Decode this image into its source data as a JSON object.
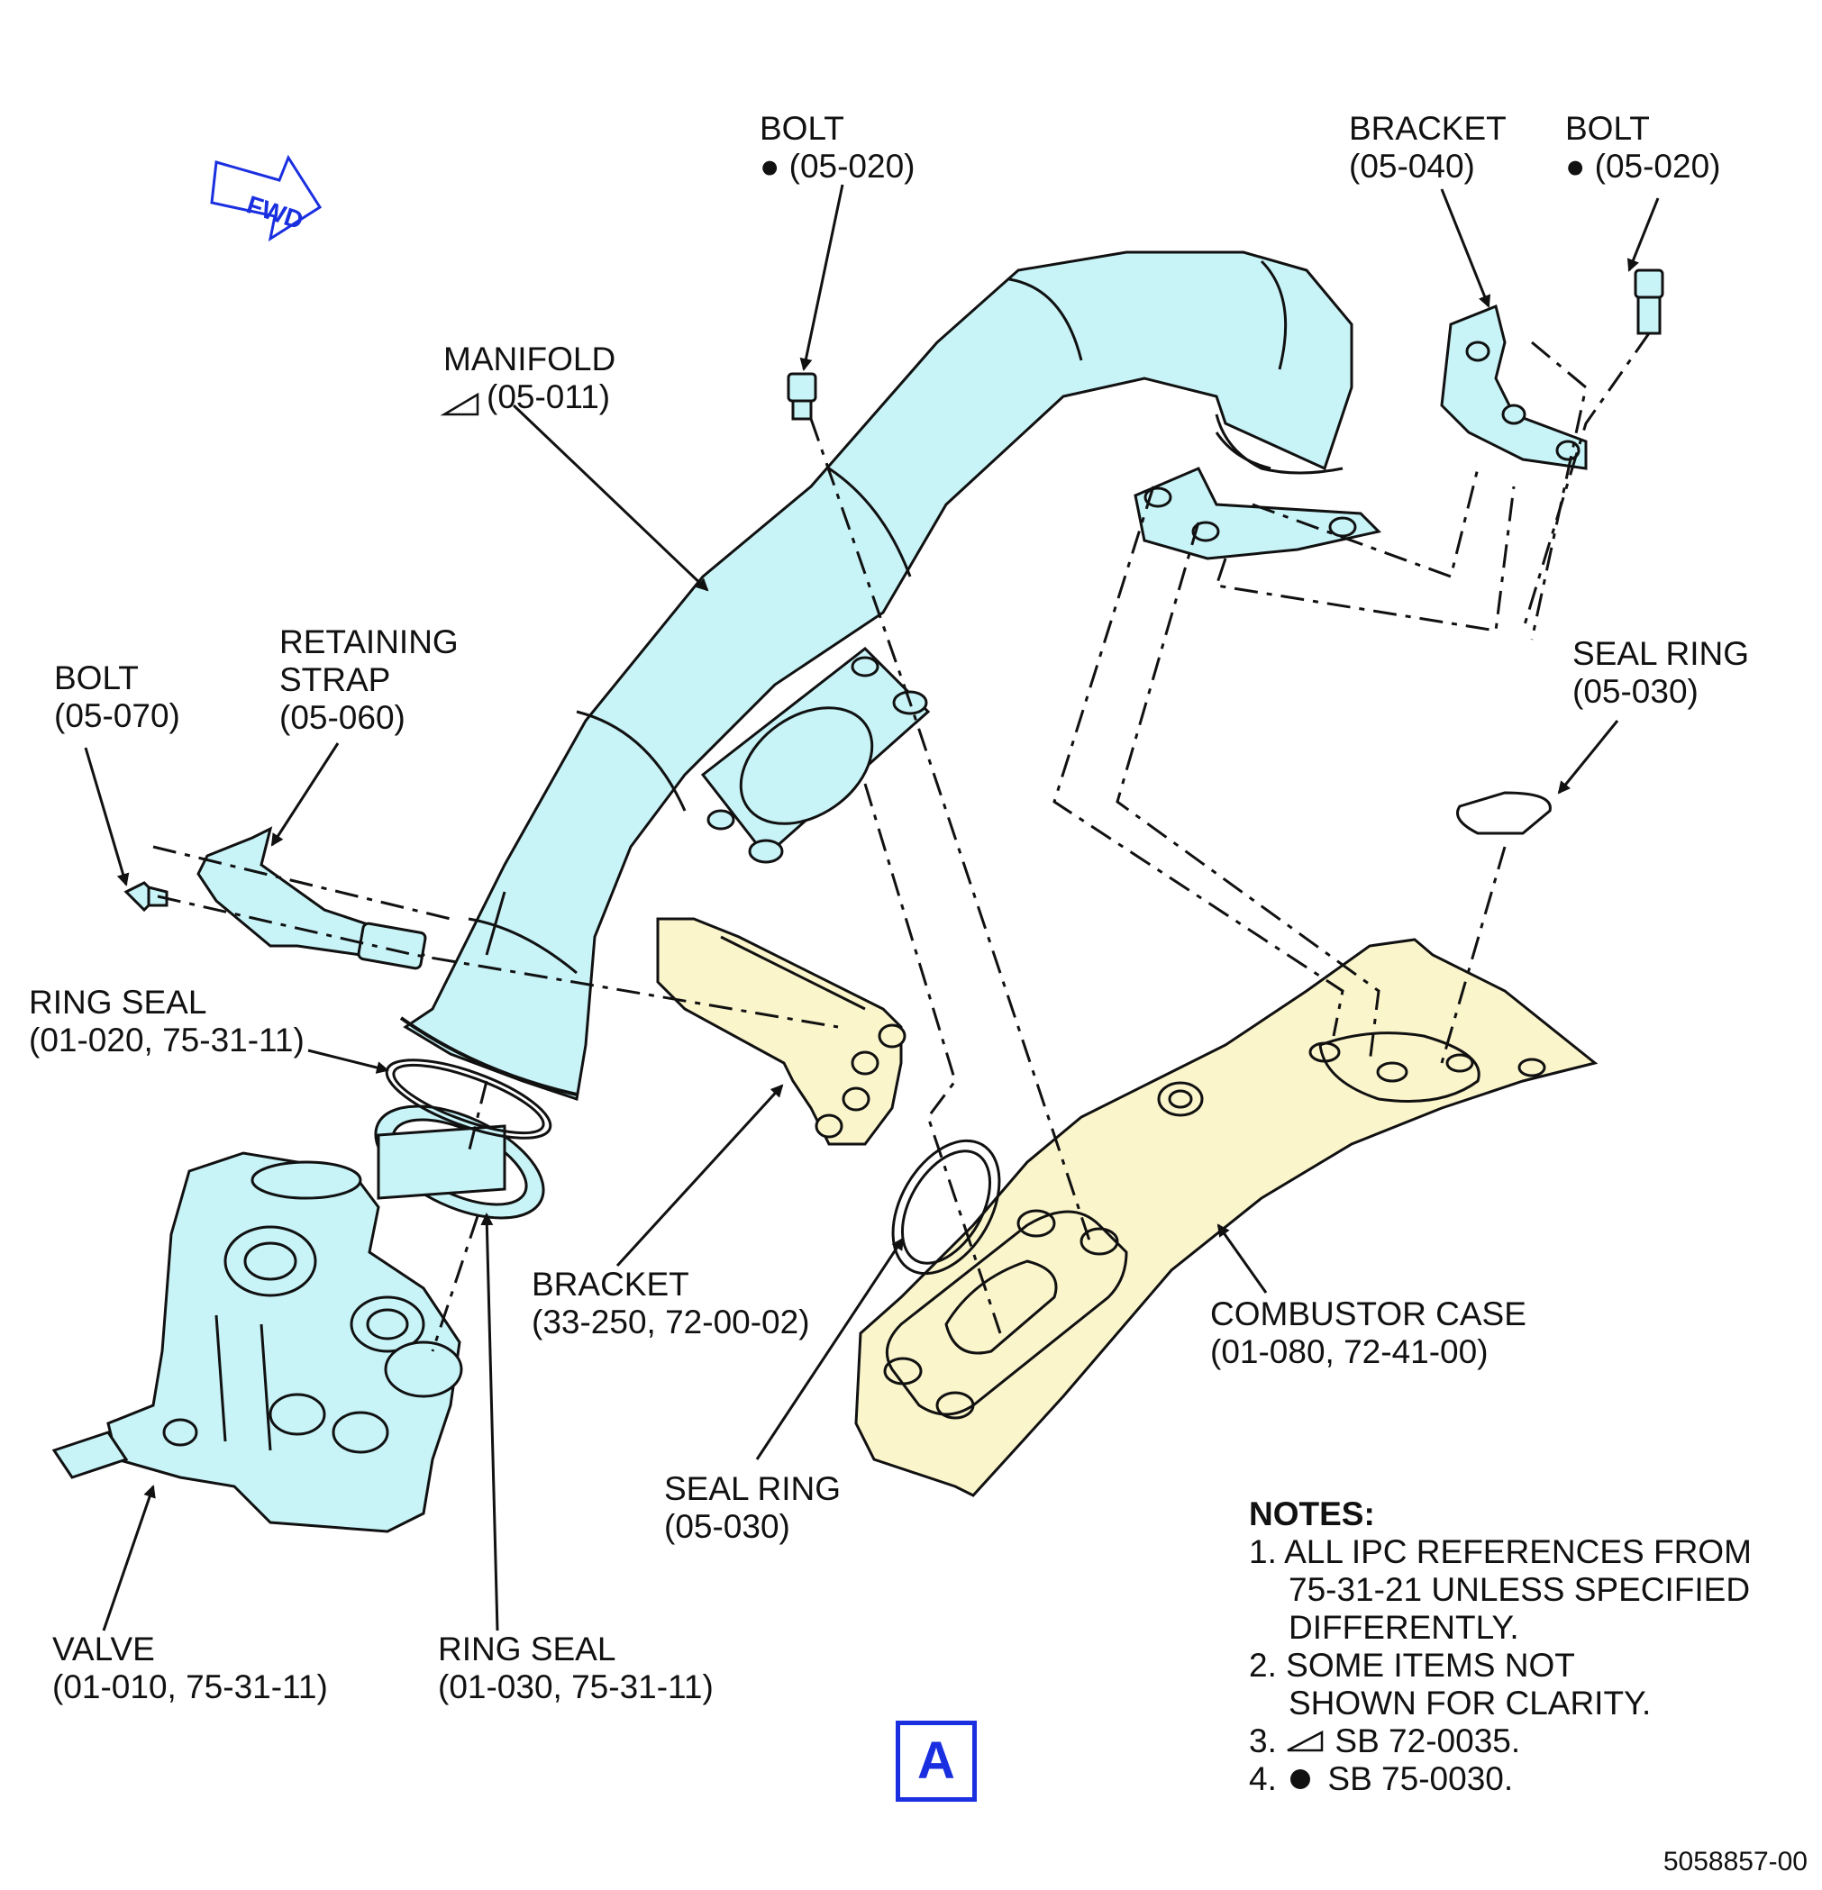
{
  "labels": {
    "bolt_top_center": {
      "name": "BOLT",
      "ref": "● (05-020)"
    },
    "bracket_top_right": {
      "name": "BRACKET",
      "ref": "(05-040)"
    },
    "bolt_top_right": {
      "name": "BOLT",
      "ref": "● (05-020)"
    },
    "manifold": {
      "name": "MANIFOLD",
      "ref": "(05-011)"
    },
    "retaining_strap": {
      "line1": "RETAINING",
      "line2": "STRAP",
      "ref": "(05-060)"
    },
    "bolt_left": {
      "name": "BOLT",
      "ref": "(05-070)"
    },
    "seal_ring_right": {
      "name": "SEAL RING",
      "ref": "(05-030)"
    },
    "ring_seal_upper": {
      "name": "RING SEAL",
      "ref": "(01-020, 75-31-11)"
    },
    "bracket_center": {
      "name": "BRACKET",
      "ref": "(33-250, 72-00-02)"
    },
    "combustor_case": {
      "name": "COMBUSTOR CASE",
      "ref": "(01-080, 72-41-00)"
    },
    "seal_ring_center": {
      "name": "SEAL RING",
      "ref": "(05-030)"
    },
    "valve": {
      "name": "VALVE",
      "ref": "(01-010, 75-31-11)"
    },
    "ring_seal_lower": {
      "name": "RING SEAL",
      "ref": "(01-030, 75-31-11)"
    }
  },
  "fwd_arrow": {
    "text": "FWD",
    "color": "#1a2fe0"
  },
  "view_marker": {
    "text": "A",
    "color": "#1a2fe0"
  },
  "notes": {
    "heading": "NOTES:",
    "items": [
      {
        "num": "1.",
        "lines": [
          "ALL IPC REFERENCES FROM",
          "75-31-21 UNLESS SPECIFIED",
          "DIFFERENTLY."
        ]
      },
      {
        "num": "2.",
        "lines": [
          "SOME ITEMS NOT",
          "SHOWN FOR CLARITY."
        ]
      },
      {
        "num": "3.",
        "symbol": "triangle-mark",
        "text": "SB 72-0035."
      },
      {
        "num": "4.",
        "symbol": "dot-mark",
        "text": "SB 75-0030."
      }
    ]
  },
  "document_number": "5058857-00",
  "colors": {
    "part_fill": "#c8f4f8",
    "case_fill": "#fbf5cc",
    "line": "#111111",
    "accent": "#1a2fe0"
  }
}
